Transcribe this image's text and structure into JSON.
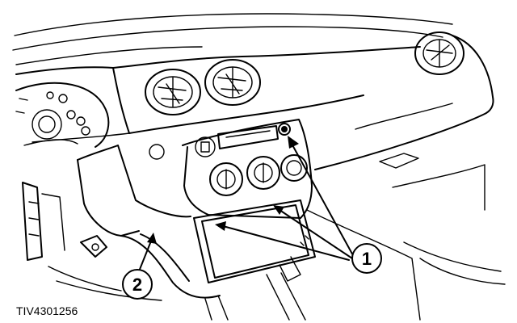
{
  "figure": {
    "reference_code": "TIV4301256",
    "callouts": [
      {
        "id": "callout-1",
        "label": "1"
      },
      {
        "id": "callout-2",
        "label": "2"
      }
    ]
  }
}
